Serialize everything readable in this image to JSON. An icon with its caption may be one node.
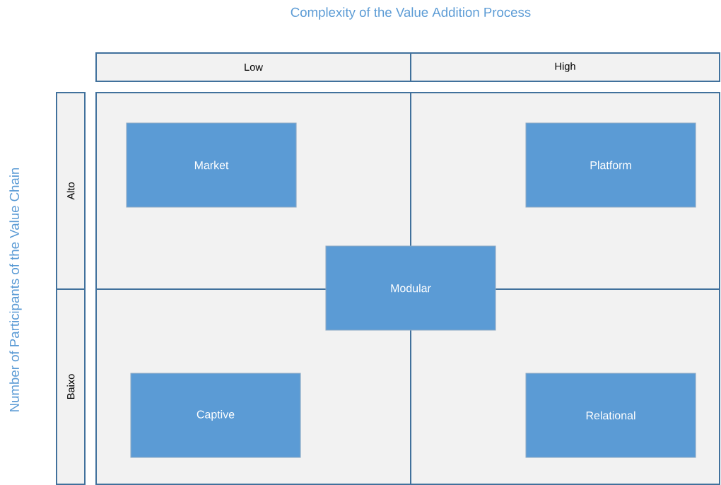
{
  "diagram": {
    "nodes": [
      {
        "text": [
          "Low"
        ]
      },
      {
        "text": [
          "High"
        ]
      },
      {
        "text": [
          "Alto"
        ]
      },
      {
        "text": [
          "Baixo"
        ]
      },
      {
        "text": [
          "Market"
        ]
      },
      {
        "text": [
          "Platform"
        ]
      },
      {
        "text": [
          "Modular"
        ]
      },
      {
        "text": [
          "Captive"
        ]
      },
      {
        "text": [
          "Relational"
        ]
      }
    ],
    "labels": [
      "Complexity of the Value Addition Process",
      "Number of Participants of the Value Chain"
    ]
  }
}
